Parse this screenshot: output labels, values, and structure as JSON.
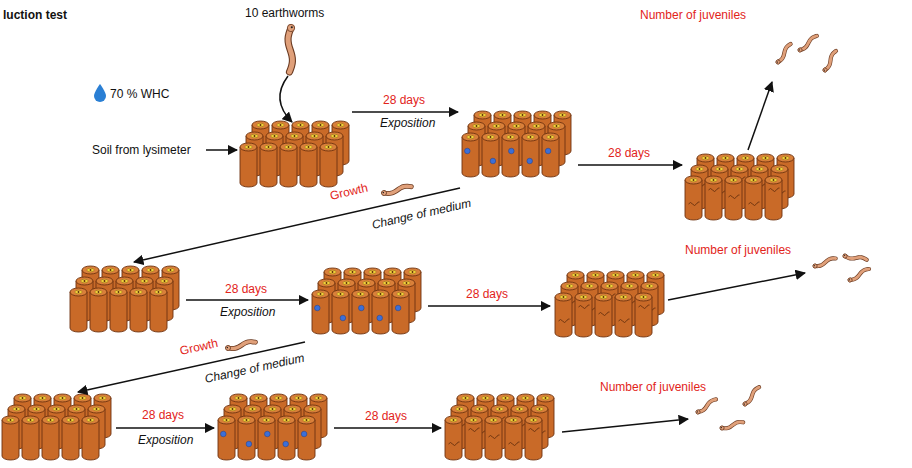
{
  "diagram": {
    "title": "luction test",
    "labels": [
      "10 earthworms",
      "70 % WHC",
      "Soil from lysimeter",
      "28 days",
      "Exposition",
      "28 days",
      "Number of juveniles",
      "Growth",
      "Change of medium",
      "28 days",
      "Exposition",
      "28 days",
      "Number of juveniles",
      "Growth",
      "Change of medium",
      "28 days",
      "Exposition",
      "28 days",
      "Number of juveniles"
    ]
  }
}
